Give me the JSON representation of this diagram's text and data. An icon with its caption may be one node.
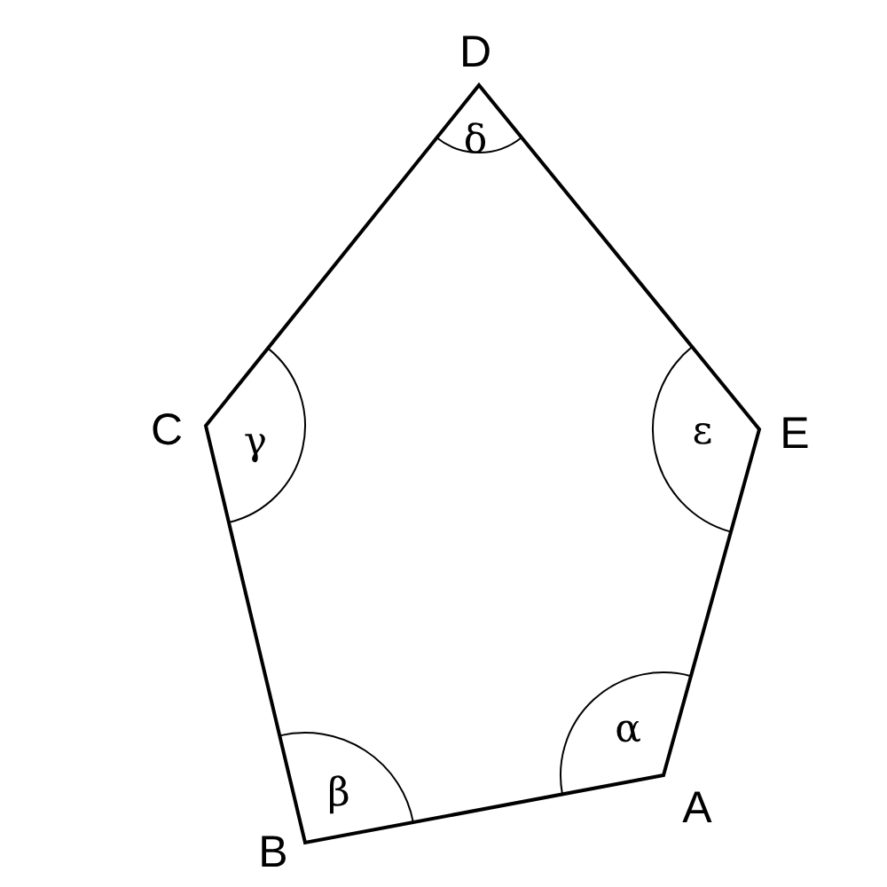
{
  "diagram": {
    "labels": [
      "D",
      "δ",
      "C",
      "γ",
      "ε",
      "E",
      "α",
      "A",
      "β",
      "B"
    ]
  }
}
